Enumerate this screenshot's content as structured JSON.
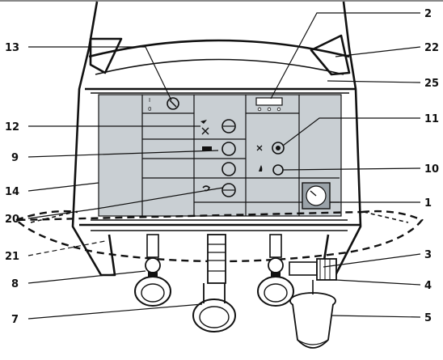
{
  "labels": {
    "l1": "1",
    "l2": "2",
    "l3": "3",
    "l4": "4",
    "l5": "5",
    "l7": "7",
    "l8": "8",
    "l9": "9",
    "l10": "10",
    "l11": "11",
    "l12": "12",
    "l13": "13",
    "l14": "14",
    "l20": "20",
    "l21": "21",
    "l22": "22",
    "l25": "25"
  },
  "panel_glyphs": {
    "switch_mark_top": "I",
    "switch_mark_bottom": "0"
  }
}
